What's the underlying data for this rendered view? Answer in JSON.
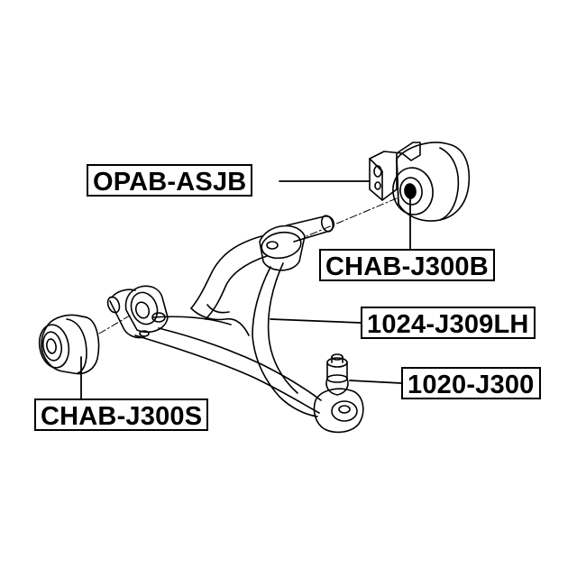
{
  "labels": {
    "opab": "OPAB-ASJB",
    "chab_b": "CHAB-J300B",
    "arm": "1024-J309LH",
    "ball_joint": "1020-J300",
    "chab_s": "CHAB-J300S"
  },
  "colors": {
    "line": "#000000",
    "background": "#ffffff"
  }
}
